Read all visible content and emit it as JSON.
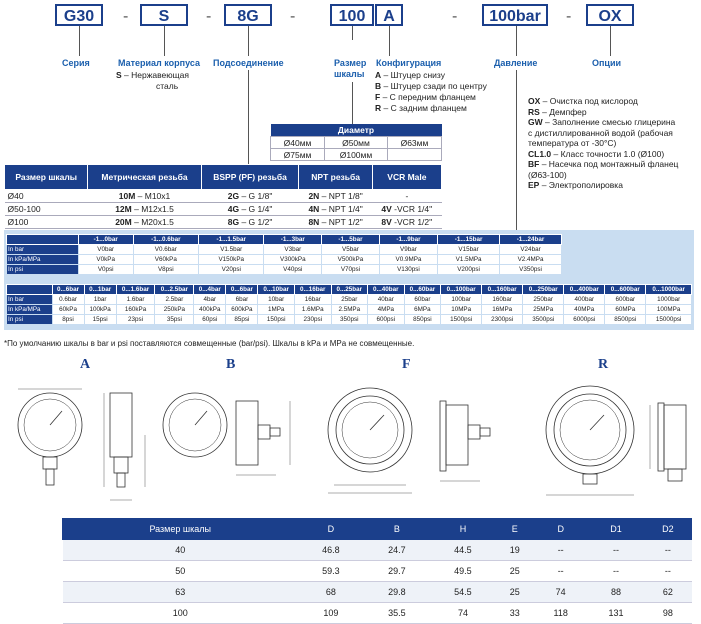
{
  "order_code": {
    "parts": [
      "G30",
      "S",
      "8G",
      "100",
      "A",
      "100bar",
      "OX"
    ],
    "dash": "-"
  },
  "labels": {
    "series": "Серия",
    "material": "Материал корпуса",
    "material_s": "S",
    "material_s_text": "– Нержавеющая",
    "material_s_text2": "сталь",
    "connection": "Подсоединение",
    "size": "Размер",
    "size2": "шкалы",
    "config": "Конфигурация",
    "pressure": "Давление",
    "options": "Опции"
  },
  "config_items": [
    {
      "code": "A",
      "text": "– Штуцер снизу"
    },
    {
      "code": "B",
      "text": "– Штуцер сзади по центру"
    },
    {
      "code": "F",
      "text": "– С передним фланцем"
    },
    {
      "code": "R",
      "text": "– С задним фланцем"
    }
  ],
  "options_items": [
    {
      "code": "OX",
      "text": "– Очистка под кислород"
    },
    {
      "code": "RS",
      "text": "– Демпфер"
    },
    {
      "code": "GW",
      "text": "– Заполнение смесью глицерина"
    },
    {
      "code": "",
      "text": "с дистиллированной водой (рабочая"
    },
    {
      "code": "",
      "text": "температура от -30°C)"
    },
    {
      "code": "CL1.0",
      "text": "– Класс точности 1.0 (Ø100)"
    },
    {
      "code": "BF",
      "text": "– Насечка под монтажный фланец"
    },
    {
      "code": "",
      "text": "(Ø63-100)"
    },
    {
      "code": "EP",
      "text": "– Электрополировка"
    }
  ],
  "diameter": {
    "header": "Диаметр",
    "rows": [
      [
        "Ø40мм",
        "Ø50мм",
        "Ø63мм"
      ],
      [
        "Ø75мм",
        "Ø100мм",
        ""
      ]
    ]
  },
  "conn_table": {
    "headers": [
      "Размер шкалы",
      "Метрическая резьба",
      "BSPP (PF) резьба",
      "NPT резьба",
      "VCR Male"
    ],
    "rows": [
      [
        "Ø40",
        "10M",
        "– M10x1",
        "2G",
        "– G 1/8\"",
        "2N",
        "– NPT 1/8\"",
        "",
        "-"
      ],
      [
        "Ø50-100",
        "12M",
        "– M12x1.5",
        "4G",
        "– G 1/4\"",
        "4N",
        "– NPT 1/4\"",
        "4V",
        "-VCR 1/4''"
      ],
      [
        "Ø100",
        "20M",
        "– M20x1.5",
        "8G",
        "– G 1/2\"",
        "8N",
        "– NPT 1/2\"",
        "8V",
        "-VCR 1/2''"
      ]
    ]
  },
  "pressure1": {
    "headers": [
      "-1...0bar",
      "-1...0.6bar",
      "-1...1.5bar",
      "-1...3bar",
      "-1...5bar",
      "-1...9bar",
      "-1...15bar",
      "-1...24bar"
    ],
    "rows": [
      {
        "label": "In bar",
        "cells": [
          "V0bar",
          "V0.6bar",
          "V1.5bar",
          "V3bar",
          "V5bar",
          "V9bar",
          "V15bar",
          "V24bar"
        ]
      },
      {
        "label": "In kPa/MPa",
        "cells": [
          "V0kPa",
          "V60kPa",
          "V150kPa",
          "V300kPa",
          "V500kPa",
          "V0.9MPa",
          "V1.5MPa",
          "V2.4MPa"
        ]
      },
      {
        "label": "In psi",
        "cells": [
          "V0psi",
          "V8psi",
          "V20psi",
          "V40psi",
          "V70psi",
          "V130psi",
          "V200psi",
          "V350psi"
        ]
      }
    ]
  },
  "pressure2": {
    "headers": [
      "0...6bar",
      "0...1bar",
      "0...1.6bar",
      "0...2.5bar",
      "0...4bar",
      "0...6bar",
      "0...10bar",
      "0...16bar",
      "0...25bar",
      "0...40bar",
      "0...60bar",
      "0...100bar",
      "0...160bar",
      "0...250bar",
      "0...400bar",
      "0...600bar",
      "0...1000bar"
    ],
    "rows": [
      {
        "label": "In bar",
        "cells": [
          "0.6bar",
          "1bar",
          "1.6bar",
          "2.5bar",
          "4bar",
          "6bar",
          "10bar",
          "16bar",
          "25bar",
          "40bar",
          "60bar",
          "100bar",
          "160bar",
          "250bar",
          "400bar",
          "600bar",
          "1000bar"
        ]
      },
      {
        "label": "In kPa/MPa",
        "cells": [
          "60kPa",
          "100kPa",
          "160kPa",
          "250kPa",
          "400kPa",
          "600kPa",
          "1MPa",
          "1.6MPa",
          "2.5MPa",
          "4MPa",
          "6MPa",
          "10MPa",
          "16MPa",
          "25MPa",
          "40MPa",
          "60MPa",
          "100MPa"
        ]
      },
      {
        "label": "In psi",
        "cells": [
          "8psi",
          "15psi",
          "23psi",
          "35psi",
          "60psi",
          "85psi",
          "150psi",
          "230psi",
          "350psi",
          "600psi",
          "850psi",
          "1500psi",
          "2300psi",
          "3500psi",
          "6000psi",
          "8500psi",
          "15000psi"
        ]
      }
    ]
  },
  "note": "*По умолчанию шкалы в bar и psi поставляются совмещенные (bar/psi). Шкалы в kPa и MPa не совмещенные.",
  "diagram_labels": [
    "A",
    "B",
    "F",
    "R"
  ],
  "dim_table": {
    "headers": [
      "Размер шкалы",
      "D",
      "B",
      "H",
      "E",
      "D",
      "D1",
      "D2"
    ],
    "rows": [
      [
        "40",
        "46.8",
        "24.7",
        "44.5",
        "19",
        "--",
        "--",
        "--"
      ],
      [
        "50",
        "59.3",
        "29.7",
        "49.5",
        "25",
        "--",
        "--",
        "--"
      ],
      [
        "63",
        "68",
        "29.8",
        "54.5",
        "25",
        "74",
        "88",
        "62"
      ],
      [
        "100",
        "109",
        "35.5",
        "74",
        "33",
        "118",
        "131",
        "98"
      ]
    ]
  },
  "colors": {
    "brand": "#1b3f8b",
    "accent": "#1b5fad",
    "pressure_bg": "#c9ddf1"
  }
}
